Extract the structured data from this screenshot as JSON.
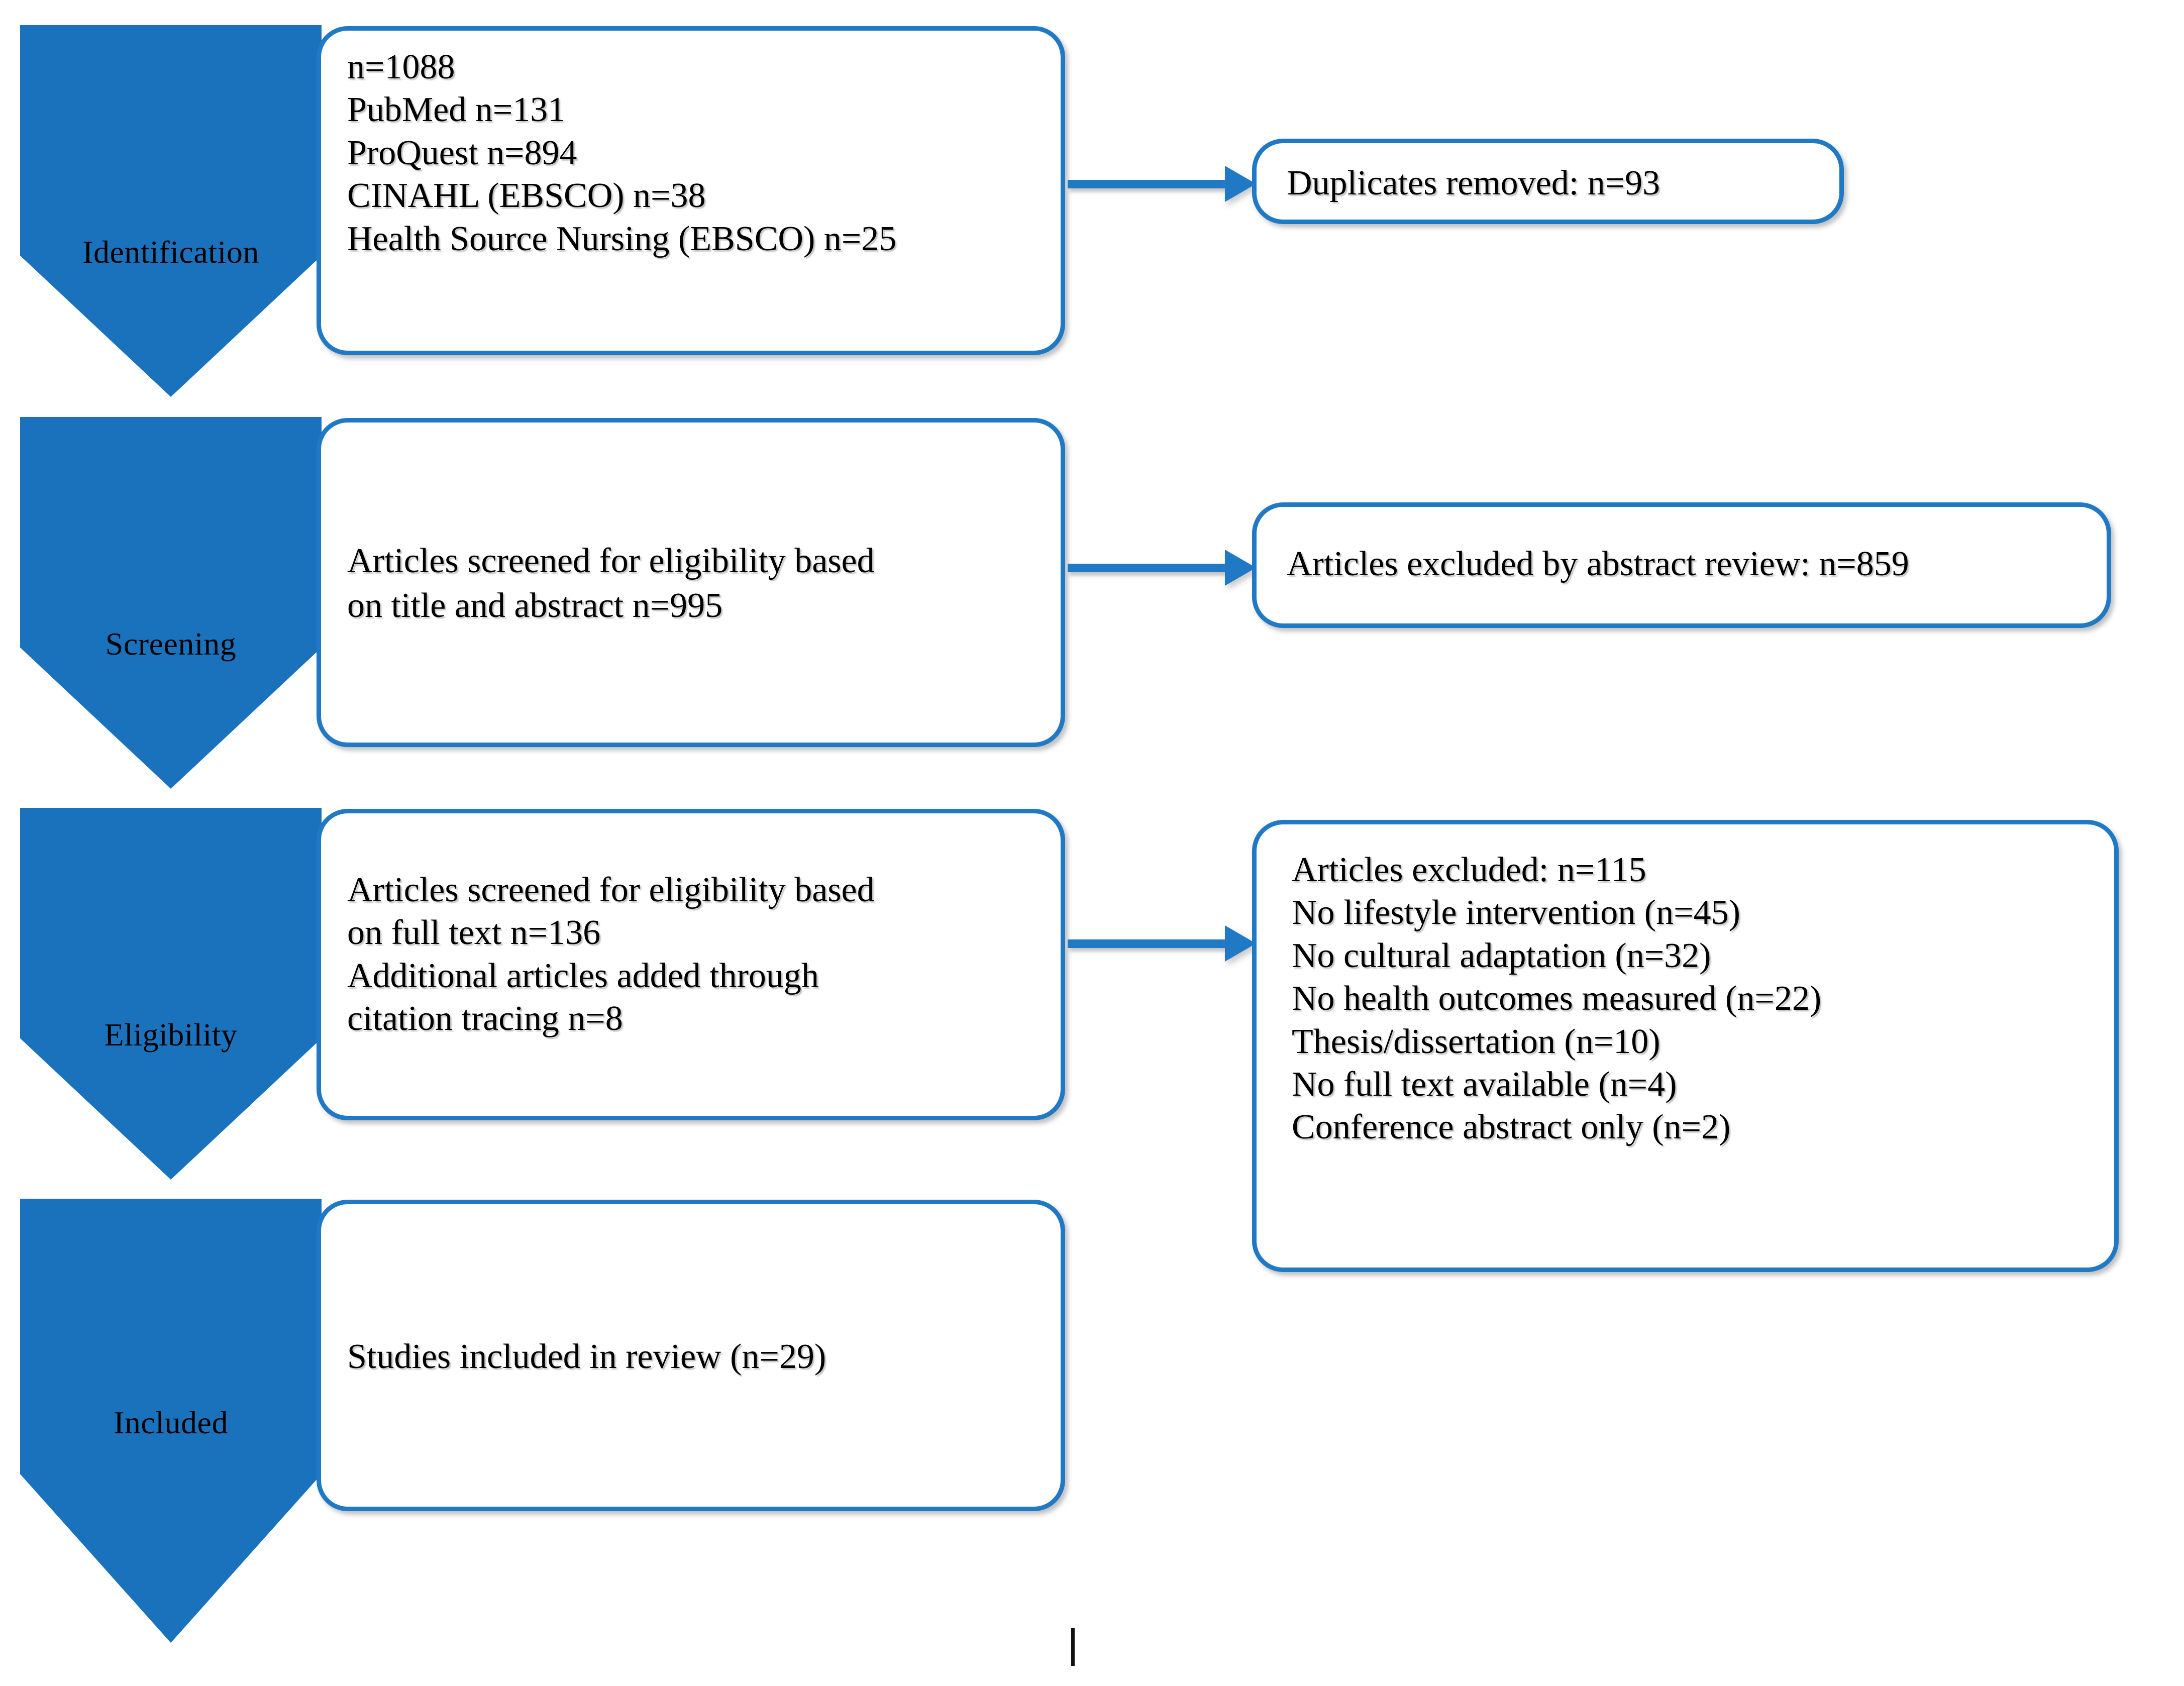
{
  "figure": {
    "type": "prisma-flow-diagram",
    "accent_color": "#1b72bc",
    "box_border_color": "#2079c4",
    "text_color": "#000000",
    "background_color": "#ffffff"
  },
  "stages": [
    {
      "label": "Identification"
    },
    {
      "label": "Screening"
    },
    {
      "label": "Eligibility"
    },
    {
      "label": "Included"
    }
  ],
  "boxes": {
    "identification": {
      "lines": [
        "n=1088",
        "PubMed n=131",
        "ProQuest n=894",
        "CINAHL  (EBSCO) n=38",
        "Health Source Nursing (EBSCO) n=25"
      ],
      "text": "n=1088\nPubMed n=131\nProQuest n=894\nCINAHL  (EBSCO) n=38\nHealth Source Nursing (EBSCO) n=25"
    },
    "screening": {
      "text": "Articles screened for eligibility based\non title and abstract n=995"
    },
    "eligibility": {
      "text": "Articles screened for eligibility based\non full text n=136\nAdditional articles added through\ncitation tracing n=8"
    },
    "included": {
      "text": "Studies included in review (n=29)"
    }
  },
  "exclusions": {
    "duplicates": {
      "text": "Duplicates removed: n=93"
    },
    "abstract_review": {
      "text": "Articles excluded by abstract review: n=859"
    },
    "full_text": {
      "header": "Articles excluded: n=115",
      "reasons": [
        "No lifestyle intervention (n=45)",
        "No cultural adaptation (n=32)",
        "No health outcomes measured (n=22)",
        "Thesis/dissertation (n=10)",
        "No full text available (n=4)",
        "Conference abstract only (n=2)"
      ],
      "text": "Articles excluded: n=115\n  No lifestyle intervention (n=45)\n  No cultural adaptation (n=32)\n  No health outcomes measured (n=22)\n  Thesis/dissertation (n=10)\n  No full text available (n=4)\n  Conference abstract only (n=2)"
    }
  },
  "chart_data": {
    "type": "table",
    "title": "PRISMA flow diagram of study selection",
    "stages": [
      {
        "stage": "Identification",
        "records_identified_total": 1088,
        "sources": [
          {
            "database": "PubMed",
            "n": 131
          },
          {
            "database": "ProQuest",
            "n": 894
          },
          {
            "database": "CINAHL (EBSCO)",
            "n": 38
          },
          {
            "database": "Health Source Nursing (EBSCO)",
            "n": 25
          }
        ],
        "removed": {
          "label": "Duplicates removed",
          "n": 93
        }
      },
      {
        "stage": "Screening",
        "screened_on_title_and_abstract": 995,
        "removed": {
          "label": "Articles excluded by abstract review",
          "n": 859
        }
      },
      {
        "stage": "Eligibility",
        "screened_on_full_text": 136,
        "added_through_citation_tracing": 8,
        "removed": {
          "label": "Articles excluded",
          "n": 115,
          "breakdown": [
            {
              "reason": "No lifestyle intervention",
              "n": 45
            },
            {
              "reason": "No cultural adaptation",
              "n": 32
            },
            {
              "reason": "No health outcomes measured",
              "n": 22
            },
            {
              "reason": "Thesis/dissertation",
              "n": 10
            },
            {
              "reason": "No full text available",
              "n": 4
            },
            {
              "reason": "Conference abstract only",
              "n": 2
            }
          ]
        }
      },
      {
        "stage": "Included",
        "studies_included_in_review": 29
      }
    ]
  }
}
